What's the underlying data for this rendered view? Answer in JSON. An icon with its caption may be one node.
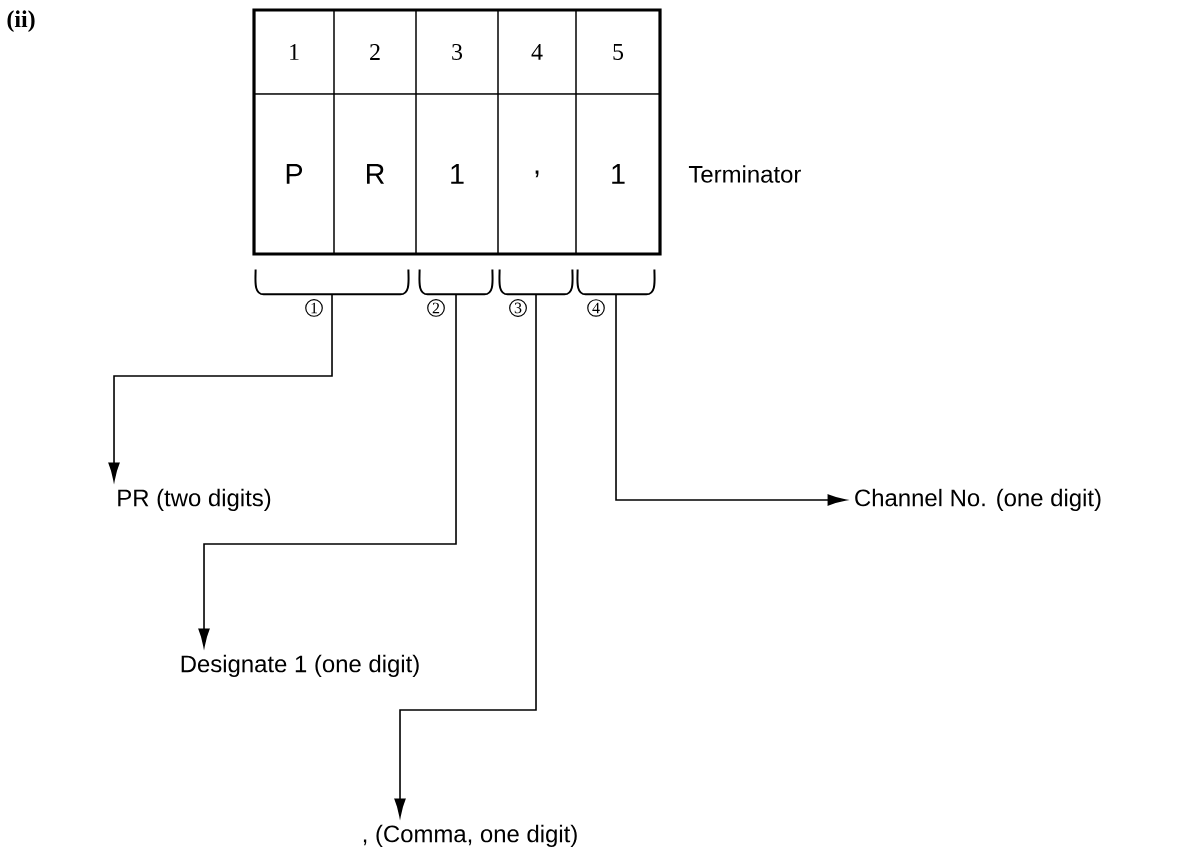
{
  "diagram": {
    "title": "(ii)",
    "nodes": [
      {
        "text": [],
        "shape": "bracket",
        "beside": [
          "1"
        ]
      },
      {
        "text": [],
        "shape": "bracket",
        "beside": [
          "2"
        ]
      },
      {
        "text": [],
        "shape": "bracket",
        "beside": [
          "3"
        ]
      },
      {
        "text": [],
        "shape": "bracket",
        "beside": [
          "4"
        ]
      },
      {
        "text": [
          "PR (two digits)"
        ]
      },
      {
        "text": [
          "Channel No. (one digit)"
        ]
      },
      {
        "text": [
          "Designate 1 (one digit)"
        ]
      },
      {
        "text": [
          ", (Comma, one digit)"
        ]
      }
    ],
    "edges": [
      {
        "from": 0,
        "to": 4,
        "arrow": "to"
      },
      {
        "from": 1,
        "to": 6,
        "arrow": "to"
      },
      {
        "from": 2,
        "to": 7,
        "arrow": "to"
      },
      {
        "from": 3,
        "to": 5,
        "arrow": "to"
      }
    ],
    "labels": [
      "1",
      "2",
      "3",
      "4",
      "5",
      "P",
      "R",
      "1",
      ",",
      "1",
      "Terminator"
    ]
  }
}
